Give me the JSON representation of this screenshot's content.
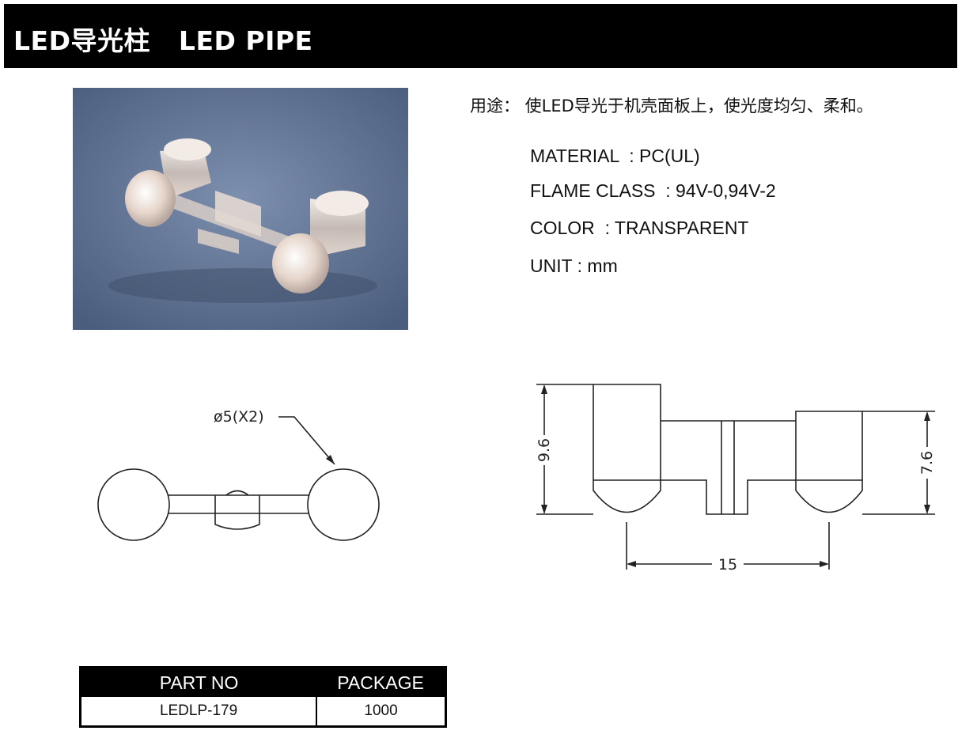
{
  "header": {
    "title": "LED导光柱   LED PIPE"
  },
  "photo": {
    "background": "#5a6d8c"
  },
  "usage": {
    "text": "用途： 使LED导光于机壳面板上，使光度均匀、柔和。"
  },
  "specs": [
    {
      "text": "MATERIAL  : PC(UL)"
    },
    {
      "text": "FLAME CLASS  : 94V-0,94V-2"
    },
    {
      "text": "COLOR  : TRANSPARENT"
    },
    {
      "text": "UNIT : mm"
    }
  ],
  "drawing_top": {
    "callout": "ø5(X2)"
  },
  "drawing_side": {
    "dim_height_left": "9.6",
    "dim_height_right": "7.6",
    "dim_pitch": "15"
  },
  "table": {
    "headers": [
      "PART NO",
      "PACKAGE"
    ],
    "rows": [
      [
        "LEDLP-179",
        "1000"
      ]
    ]
  }
}
